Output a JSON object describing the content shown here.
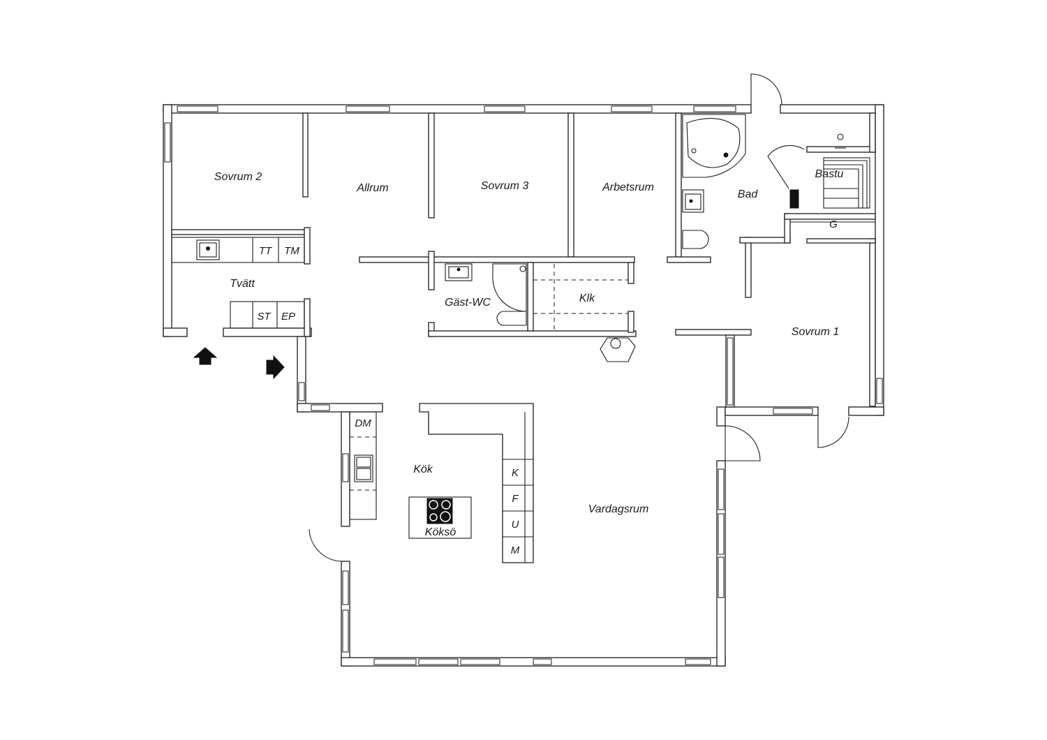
{
  "rooms": {
    "sovrum2": "Sovrum 2",
    "allrum": "Allrum",
    "sovrum3": "Sovrum 3",
    "arbetsrum": "Arbetsrum",
    "bad": "Bad",
    "bastu": "Bastu",
    "tvatt": "Tvätt",
    "gastwc": "Gäst-WC",
    "klk": "Klk",
    "sovrum1": "Sovrum 1",
    "kok": "Kök",
    "koksö": "Köksö",
    "vardagsrum": "Vardagsrum"
  },
  "appliances": {
    "tt": "TT",
    "tm": "TM",
    "st": "ST",
    "ep": "EP",
    "dm": "DM",
    "g": "G",
    "k": "K",
    "f": "F",
    "u": "U",
    "m": "M"
  },
  "icons": {
    "entrance": "arrow-up-icon",
    "side-entrance": "arrow-right-icon"
  }
}
